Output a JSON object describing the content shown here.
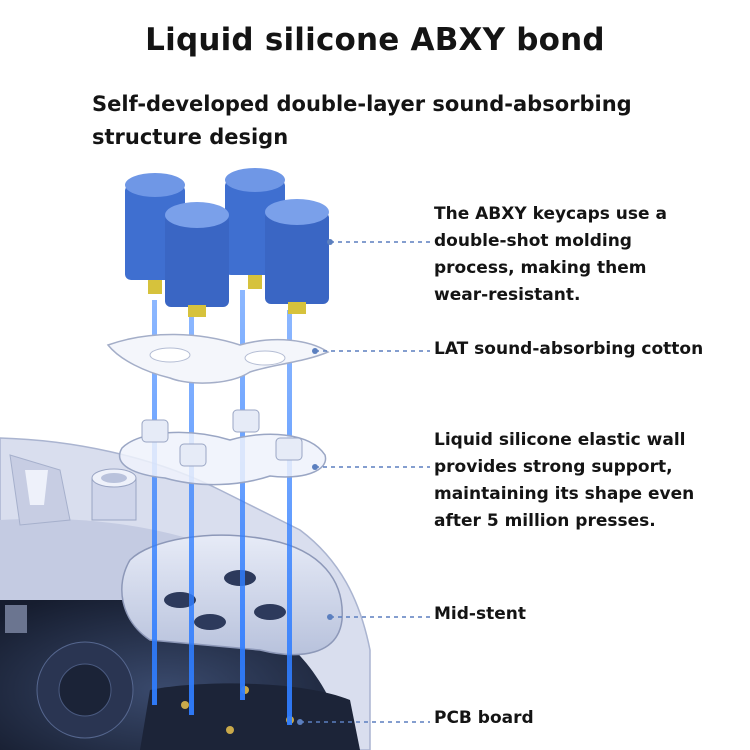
{
  "title": "Liquid silicone ABXY bond",
  "subtitle_lines": [
    "Self-developed double-layer sound-absorbing",
    "structure design"
  ],
  "callouts": {
    "keycaps": [
      "The ABXY keycaps use a",
      "double-shot molding",
      "process, making them",
      "wear-resistant."
    ],
    "cotton": [
      "LAT sound-absorbing cotton"
    ],
    "silicone": [
      "Liquid silicone elastic wall",
      "provides strong support,",
      "maintaining its shape even",
      "after 5 million presses."
    ],
    "midstent": [
      "Mid-stent"
    ],
    "pcb": [
      "PCB board"
    ]
  },
  "colors": {
    "keycap": "#3f6fd0",
    "keycap_top": "#6f97e6",
    "stem": "#d6c23c",
    "light_beam": "#2f7dff",
    "leader_line": "#5b7fbf"
  }
}
